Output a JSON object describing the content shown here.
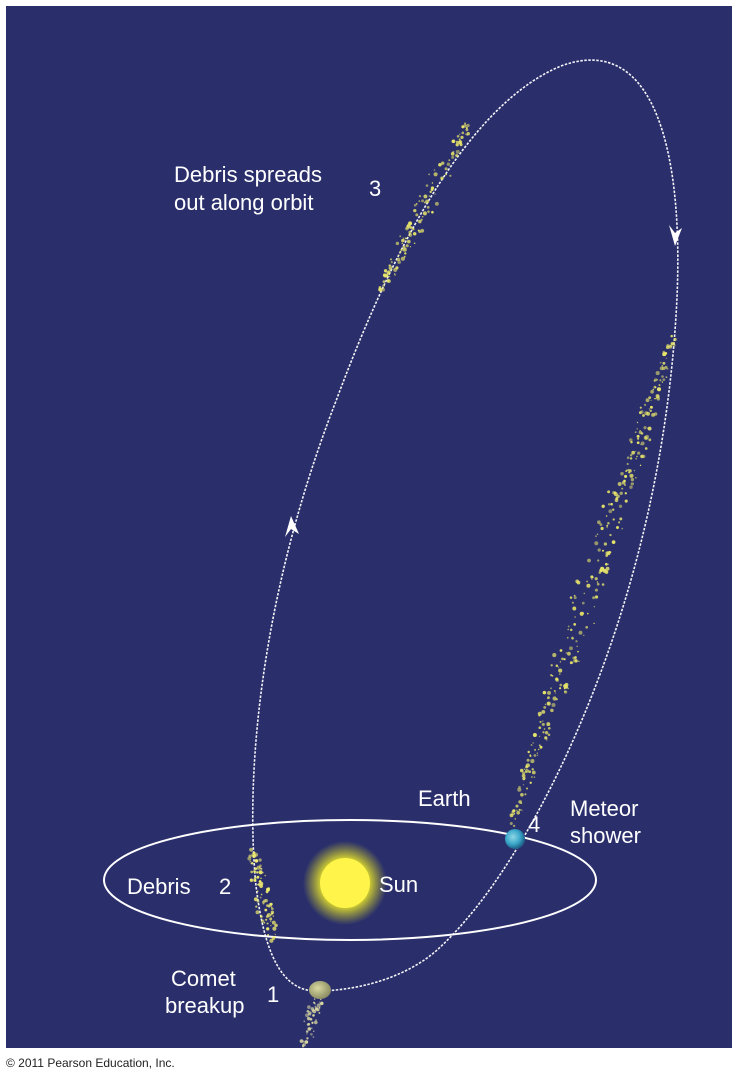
{
  "labels": {
    "step3_line1": "Debris spreads",
    "step3_line2": "out along orbit",
    "step3_number": "3",
    "earth": "Earth",
    "step4_number": "4",
    "meteor_line1": "Meteor",
    "meteor_line2": "shower",
    "debris": "Debris",
    "step2_number": "2",
    "sun": "Sun",
    "comet_line1": "Comet",
    "comet_line2": "breakup",
    "step1_number": "1"
  },
  "copyright": "© 2011 Pearson Education, Inc.",
  "colors": {
    "background": "#2a2f6c",
    "orbit": "#ffffff",
    "sun": "#fff23a",
    "debris": "#e8e56a",
    "earth": "#3aa7c9"
  }
}
